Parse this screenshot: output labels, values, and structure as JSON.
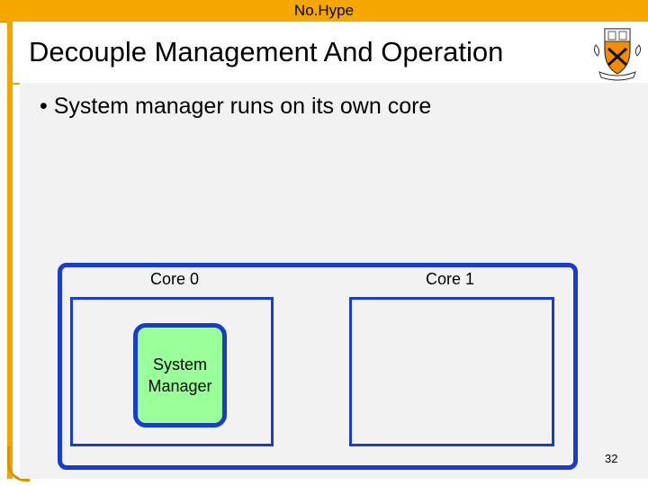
{
  "header": {
    "bar_title": "No.Hype",
    "slide_title": "Decouple Management And Operation"
  },
  "logo": {
    "name": "shield-logo"
  },
  "content": {
    "bullet": "• System manager runs on its own core"
  },
  "diagram": {
    "core0_label": "Core 0",
    "core1_label": "Core 1",
    "system_manager_label": "System\nManager"
  },
  "footer": {
    "page_number": "32"
  },
  "colors": {
    "accent_orange": "#f5a700",
    "box_blue": "#1a3ccc",
    "manager_green": "#99ff99",
    "content_gray": "#f2f2f2"
  }
}
